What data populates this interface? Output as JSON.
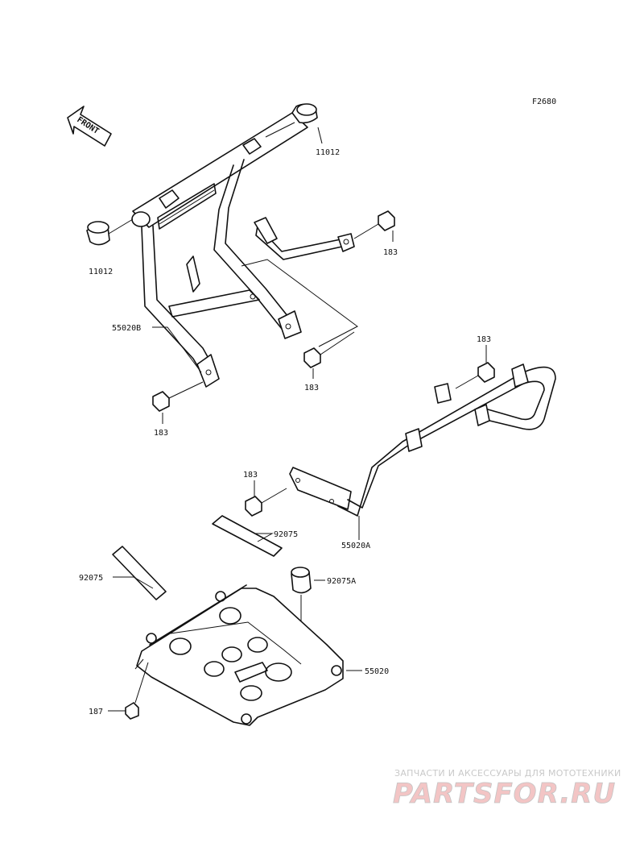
{
  "diagram": {
    "figure_code": "F2680",
    "front_label": "FRONT",
    "callouts": [
      {
        "id": "lbl-11012-a",
        "text": "11012"
      },
      {
        "id": "lbl-11012-b",
        "text": "11012"
      },
      {
        "id": "lbl-183-a",
        "text": "183"
      },
      {
        "id": "lbl-55020b",
        "text": "55020B"
      },
      {
        "id": "lbl-183-b",
        "text": "183"
      },
      {
        "id": "lbl-183-c",
        "text": "183"
      },
      {
        "id": "lbl-183-d",
        "text": "183"
      },
      {
        "id": "lbl-183-e",
        "text": "183"
      },
      {
        "id": "lbl-92075-a",
        "text": "92075"
      },
      {
        "id": "lbl-55020a",
        "text": "55020A"
      },
      {
        "id": "lbl-92075-b",
        "text": "92075"
      },
      {
        "id": "lbl-92075a",
        "text": "92075A"
      },
      {
        "id": "lbl-55020",
        "text": "55020"
      },
      {
        "id": "lbl-187",
        "text": "187"
      }
    ]
  },
  "watermark": {
    "tagline": "ЗАПЧАСТИ И АКСЕССУАРЫ ДЛЯ МОТОТЕХНИКИ",
    "brand": "PARTSFOR.RU"
  }
}
